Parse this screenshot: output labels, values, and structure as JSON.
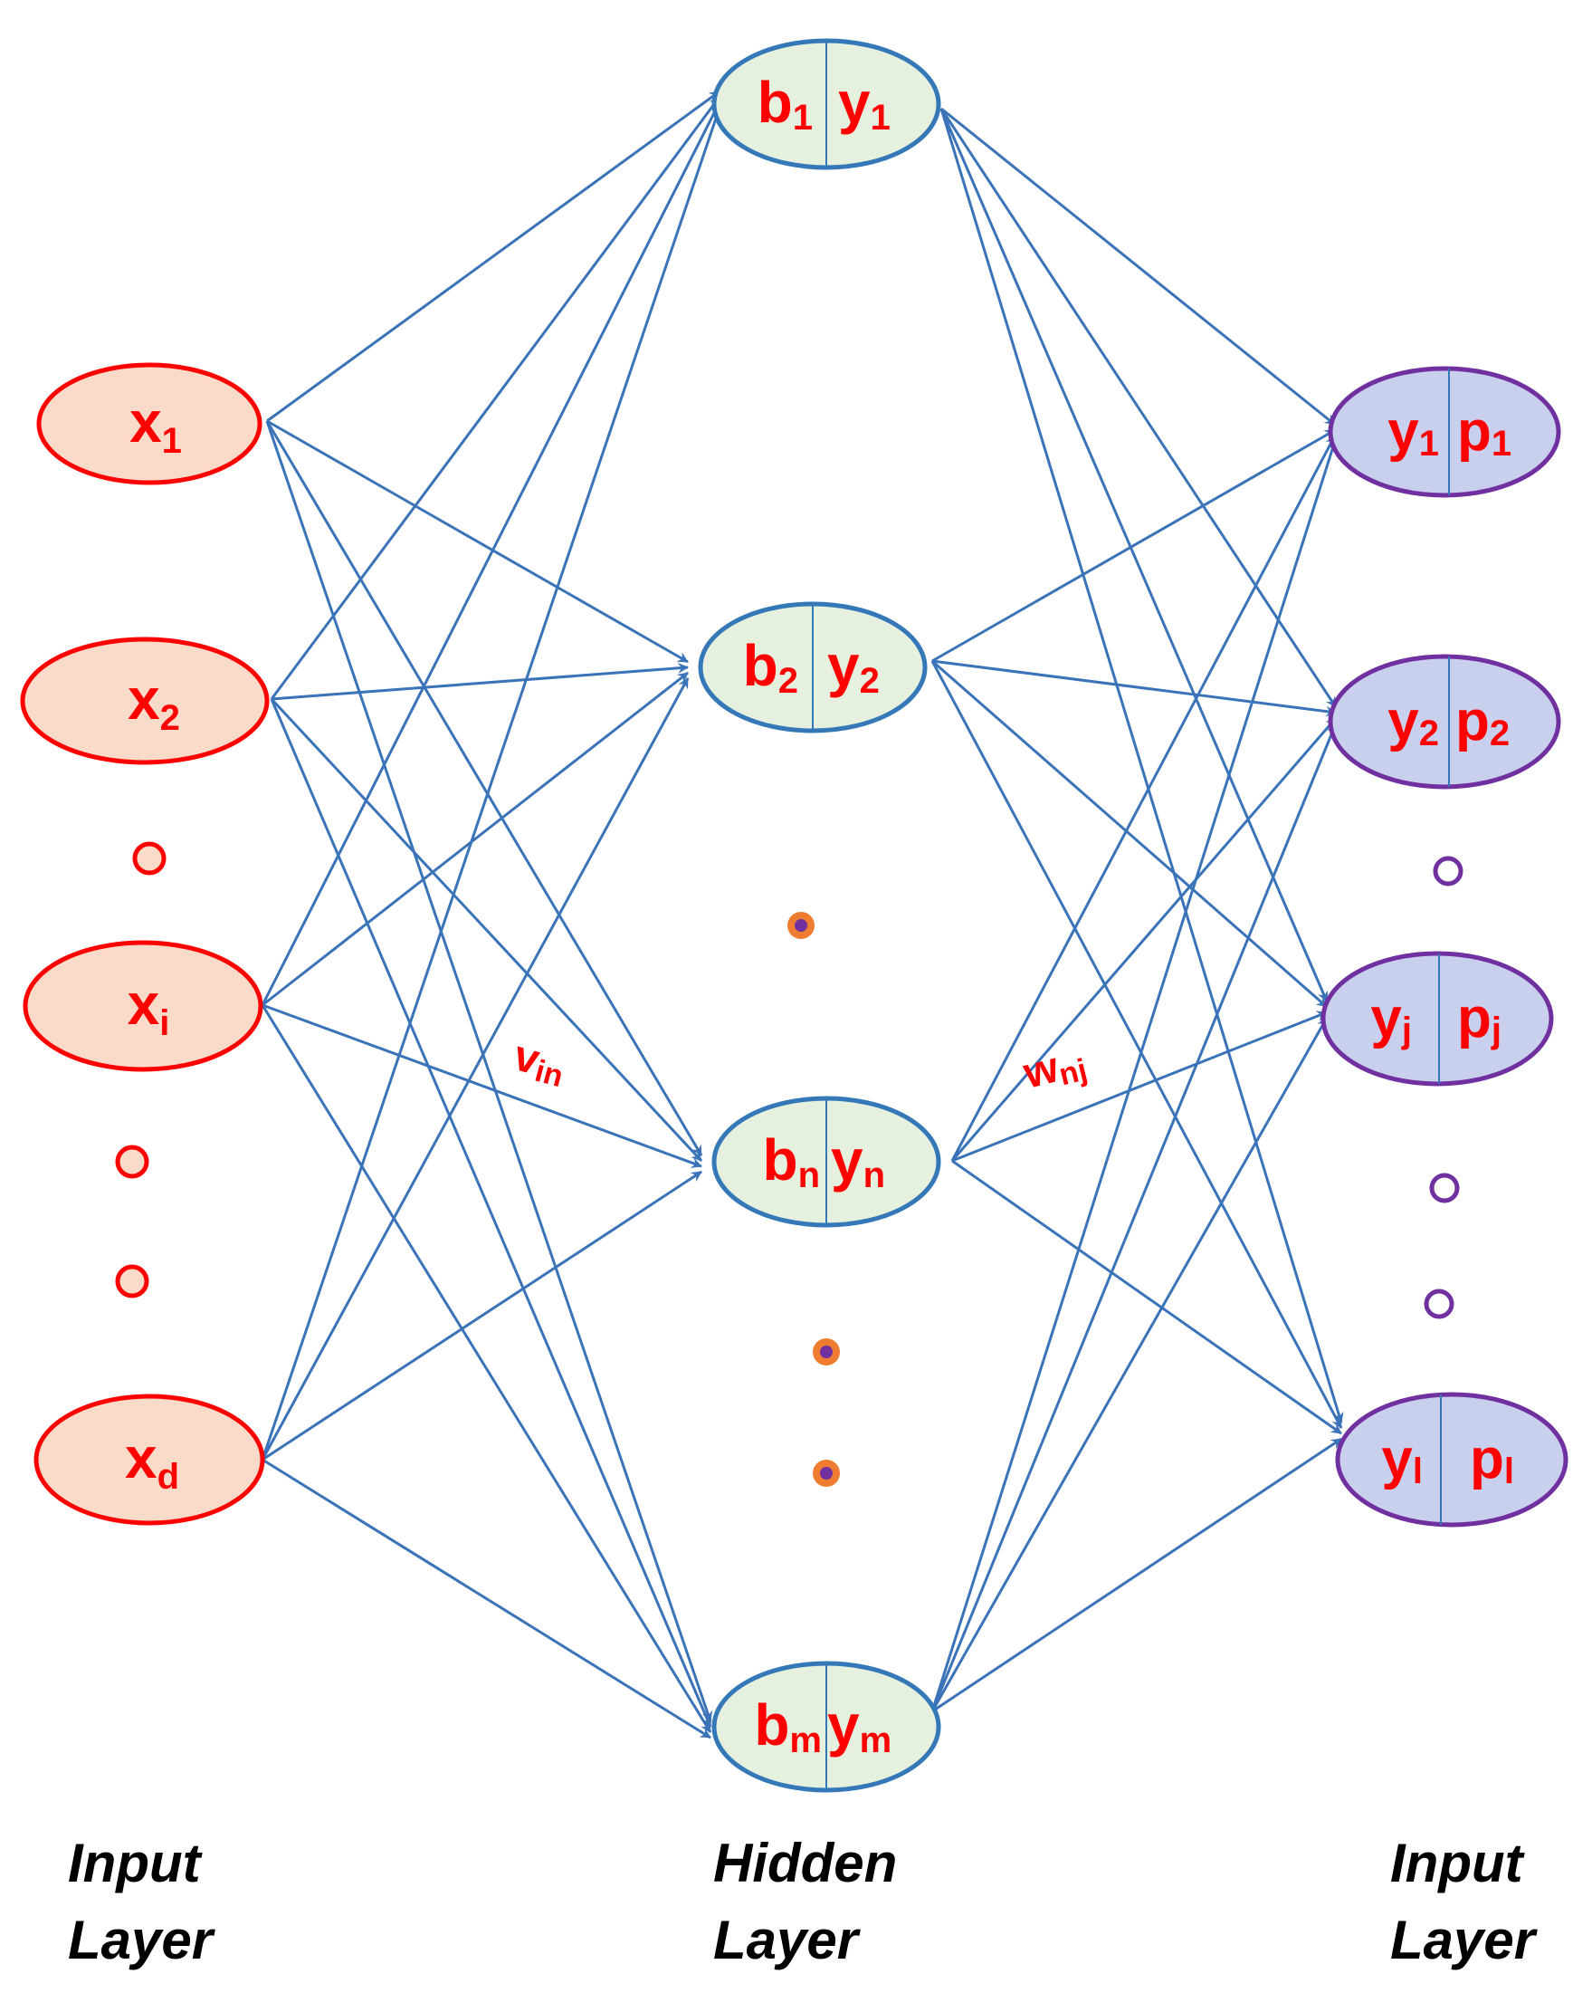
{
  "colors": {
    "edge": "#3a73b8",
    "input_stroke": "#ff0000",
    "input_fill": "#fadbc9",
    "hidden_stroke": "#3478b8",
    "hidden_fill": "#e5f0df",
    "output_stroke": "#7030a0",
    "output_fill": "#c9d0ee",
    "label": "#ff0000",
    "caption": "#000000",
    "hidden_dot_ring": "#ee7d31",
    "hidden_dot_core": "#7030a0"
  },
  "input_layer": {
    "nodes": [
      {
        "base": "x",
        "sub": "1"
      },
      {
        "base": "x",
        "sub": "2"
      },
      {
        "base": "x",
        "sub": "i"
      },
      {
        "base": "x",
        "sub": "d"
      }
    ],
    "caption_line1": "Input",
    "caption_line2": "Layer"
  },
  "hidden_layer": {
    "nodes": [
      {
        "left_base": "b",
        "left_sub": "1",
        "right_base": "y",
        "right_sub": "1"
      },
      {
        "left_base": "b",
        "left_sub": "2",
        "right_base": "y",
        "right_sub": "2"
      },
      {
        "left_base": "b",
        "left_sub": "n",
        "right_base": "y",
        "right_sub": "n"
      },
      {
        "left_base": "b",
        "left_sub": "m",
        "right_base": "y",
        "right_sub": "m"
      }
    ],
    "caption_line1": "Hidden",
    "caption_line2": "Layer"
  },
  "output_layer": {
    "nodes": [
      {
        "left_base": "y",
        "left_sub": "1",
        "right_base": "p",
        "right_sub": "1"
      },
      {
        "left_base": "y",
        "left_sub": "2",
        "right_base": "p",
        "right_sub": "2"
      },
      {
        "left_base": "y",
        "left_sub": "j",
        "right_base": "p",
        "right_sub": "j"
      },
      {
        "left_base": "y",
        "left_sub": "l",
        "right_base": "p",
        "right_sub": "l"
      }
    ],
    "caption_line1": "Input",
    "caption_line2": "Layer"
  },
  "edge_labels": {
    "input_to_hidden": {
      "base": "v",
      "sub": "in"
    },
    "hidden_to_output": {
      "base": "w",
      "sub": "nj"
    }
  }
}
